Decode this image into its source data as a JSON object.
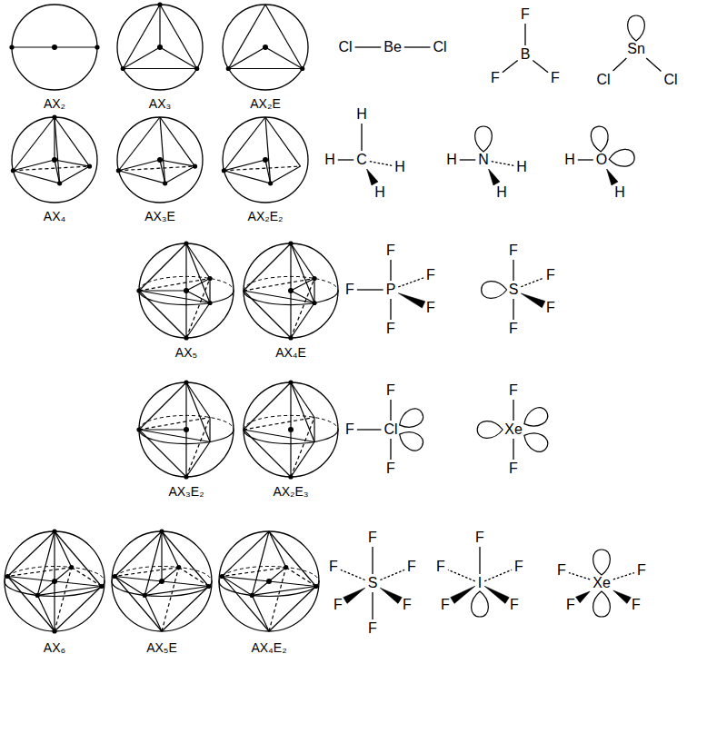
{
  "diagram": {
    "labels": [
      "AX₂",
      "AX₃",
      "AX₂E",
      "AX₄",
      "AX₃E",
      "AX₂E₂",
      "AX₅",
      "AX₄E",
      "AX₃E₂",
      "AX₂E₃",
      "AX₆",
      "AX₅E",
      "AX₄E₂",
      "Cl",
      "Be",
      "Cl",
      "F",
      "B",
      "F",
      "F",
      "Sn",
      "Cl",
      "Cl",
      "H",
      "H",
      "C",
      "H",
      "H",
      "H",
      "N",
      "H",
      "H",
      "H",
      "O",
      "H",
      "F",
      "F",
      "P",
      "F",
      "F",
      "F",
      "F",
      "S",
      "F",
      "F",
      "F",
      "F",
      "F",
      "Cl",
      "F",
      "F",
      "Xe",
      "F",
      "F",
      "F",
      "S",
      "F",
      "F",
      "F",
      "F",
      "F",
      "F",
      "I",
      "F",
      "F",
      "F",
      "F",
      "Xe",
      "F",
      "F",
      "F"
    ]
  }
}
